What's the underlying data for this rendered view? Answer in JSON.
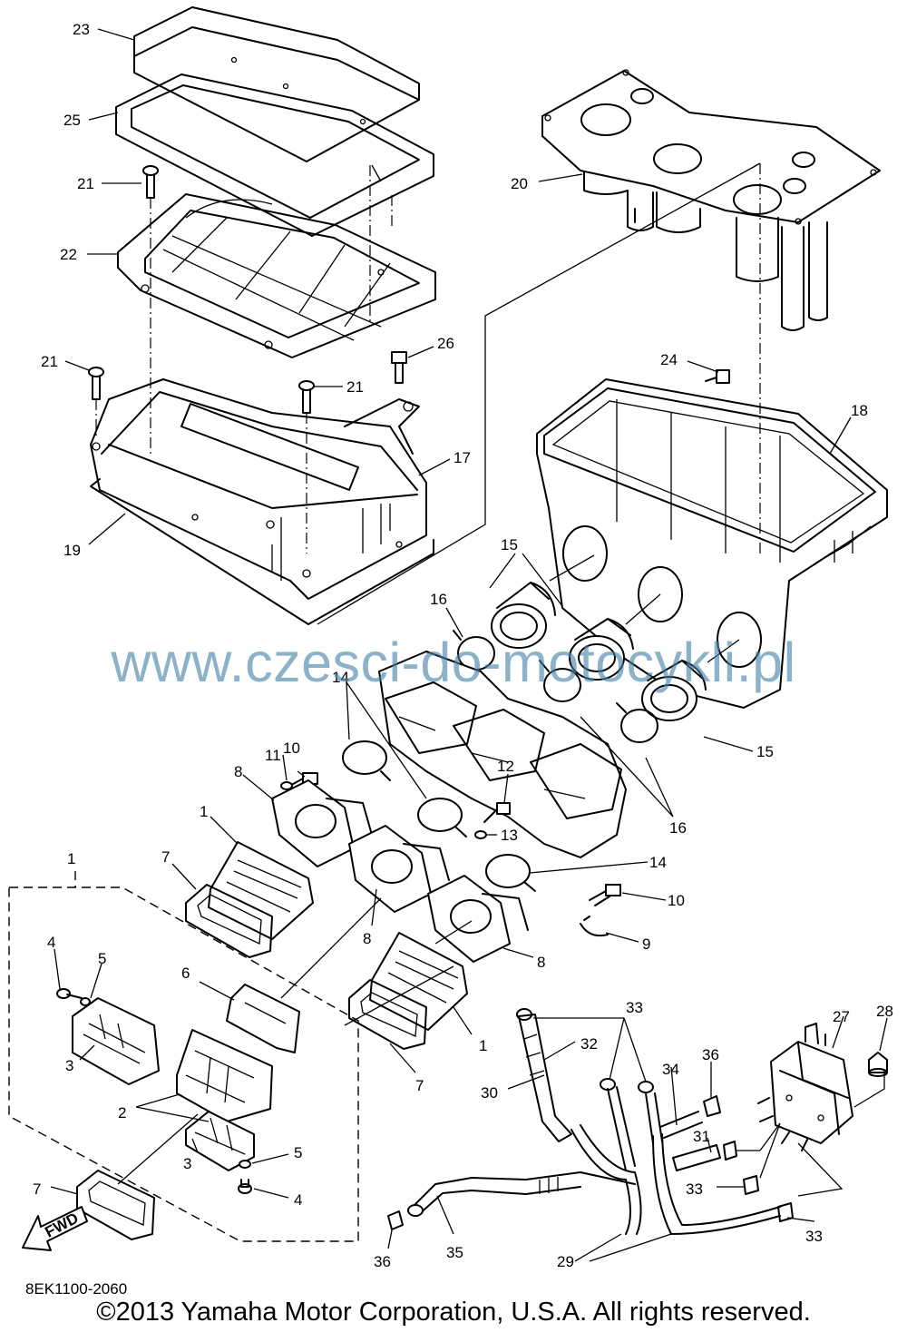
{
  "watermark": "www.czesci-do-motocykli.pl",
  "diagram_code": "8EK1100-2060",
  "copyright": "©2013 Yamaha Motor Corporation, U.S.A. All rights reserved.",
  "fwd_label": "FWD",
  "callouts": [
    {
      "id": "c23",
      "label": "23"
    },
    {
      "id": "c25",
      "label": "25"
    },
    {
      "id": "c21a",
      "label": "21"
    },
    {
      "id": "c22",
      "label": "22"
    },
    {
      "id": "c21b",
      "label": "21"
    },
    {
      "id": "c21c",
      "label": "21"
    },
    {
      "id": "c26",
      "label": "26"
    },
    {
      "id": "c17",
      "label": "17"
    },
    {
      "id": "c19",
      "label": "19"
    },
    {
      "id": "c20",
      "label": "20"
    },
    {
      "id": "c24",
      "label": "24"
    },
    {
      "id": "c18",
      "label": "18"
    },
    {
      "id": "c15a",
      "label": "15"
    },
    {
      "id": "c15b",
      "label": "15"
    },
    {
      "id": "c16a",
      "label": "16"
    },
    {
      "id": "c16b",
      "label": "16"
    },
    {
      "id": "c14a",
      "label": "14"
    },
    {
      "id": "c14b",
      "label": "14"
    },
    {
      "id": "c10a",
      "label": "10"
    },
    {
      "id": "c10b",
      "label": "10"
    },
    {
      "id": "c11",
      "label": "11"
    },
    {
      "id": "c12",
      "label": "12"
    },
    {
      "id": "c13",
      "label": "13"
    },
    {
      "id": "c8a",
      "label": "8"
    },
    {
      "id": "c8b",
      "label": "8"
    },
    {
      "id": "c8c",
      "label": "8"
    },
    {
      "id": "c9",
      "label": "9"
    },
    {
      "id": "c1a",
      "label": "1"
    },
    {
      "id": "c1b",
      "label": "1"
    },
    {
      "id": "c1c",
      "label": "1"
    },
    {
      "id": "c7a",
      "label": "7"
    },
    {
      "id": "c7b",
      "label": "7"
    },
    {
      "id": "c7c",
      "label": "7"
    },
    {
      "id": "c4a",
      "label": "4"
    },
    {
      "id": "c4b",
      "label": "4"
    },
    {
      "id": "c5a",
      "label": "5"
    },
    {
      "id": "c5b",
      "label": "5"
    },
    {
      "id": "c6",
      "label": "6"
    },
    {
      "id": "c3a",
      "label": "3"
    },
    {
      "id": "c3b",
      "label": "3"
    },
    {
      "id": "c2",
      "label": "2"
    },
    {
      "id": "c33a",
      "label": "33"
    },
    {
      "id": "c33b",
      "label": "33"
    },
    {
      "id": "c33c",
      "label": "33"
    },
    {
      "id": "c32",
      "label": "32"
    },
    {
      "id": "c30",
      "label": "30"
    },
    {
      "id": "c34",
      "label": "34"
    },
    {
      "id": "c36a",
      "label": "36"
    },
    {
      "id": "c36b",
      "label": "36"
    },
    {
      "id": "c27",
      "label": "27"
    },
    {
      "id": "c28",
      "label": "28"
    },
    {
      "id": "c31",
      "label": "31"
    },
    {
      "id": "c35",
      "label": "35"
    },
    {
      "id": "c29",
      "label": "29"
    }
  ]
}
